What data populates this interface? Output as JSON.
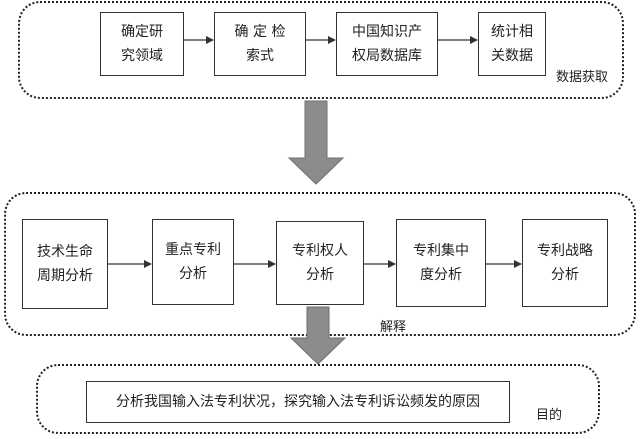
{
  "groups": {
    "data_acquisition": {
      "label": "数据获取",
      "boxes": [
        "确定研\n究领域",
        "确 定 检\n索式",
        "中国知识产\n权局数据库",
        "统计相\n关数据"
      ]
    },
    "interpretation": {
      "label": "解释",
      "boxes": [
        "技术生命\n周期分析",
        "重点专利\n分析",
        "专利权人\n分析",
        "专利集中\n度分析",
        "专利战略\n分析"
      ]
    },
    "goal": {
      "label": "目的",
      "text": "分析我国输入法专利状况，探究输入法专利诉讼频发的原因"
    }
  },
  "colors": {
    "line": "#333333",
    "big_arrow": "#8c8c8c"
  }
}
